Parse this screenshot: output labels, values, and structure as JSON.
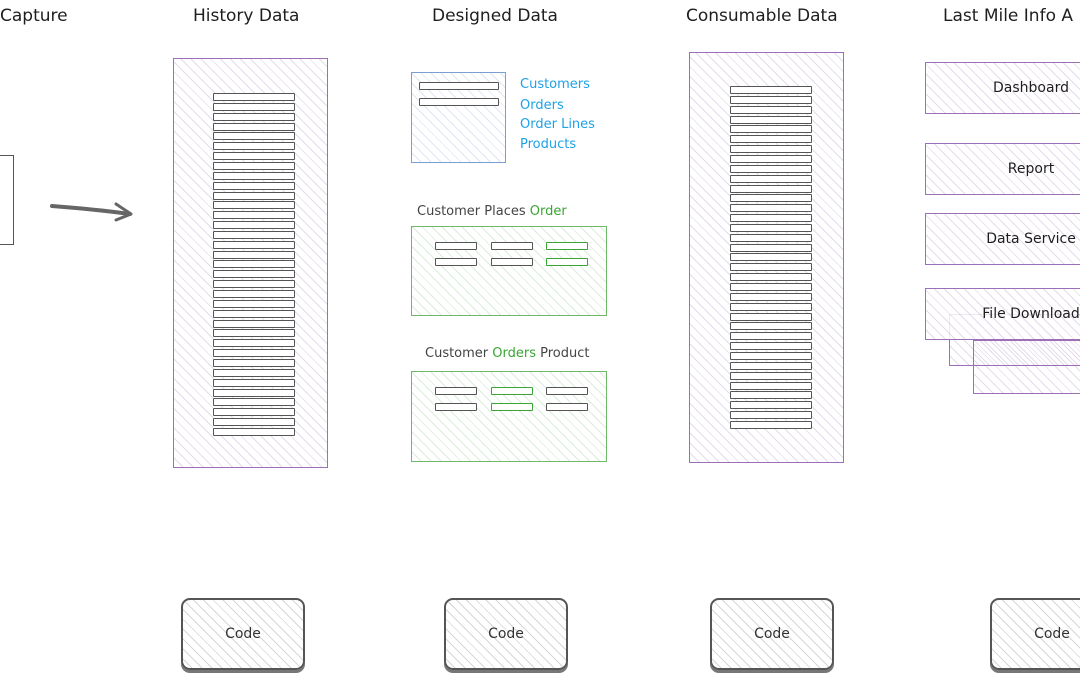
{
  "columns": {
    "capture": "Capture",
    "history": "History Data",
    "designed": "Designed Data",
    "consumable": "Consumable Data",
    "last_mile": "Last Mile Info A"
  },
  "designed": {
    "entities": [
      "Customers",
      "Orders",
      "Order Lines",
      "Products"
    ],
    "relation1": {
      "before": "Customer Places ",
      "highlight": "Order",
      "after": ""
    },
    "relation2": {
      "before": "Customer ",
      "highlight": "Orders",
      "after": " Product"
    }
  },
  "last_mile": {
    "items": [
      "Dashboard",
      "Report",
      "Data Service",
      "File Download"
    ]
  },
  "code_buttons": [
    "Code",
    "Code",
    "Code",
    "Code"
  ],
  "colors": {
    "purple": "#9c6fb6",
    "blue_accent": "#1ea1e6",
    "green_accent": "#3aa535"
  }
}
